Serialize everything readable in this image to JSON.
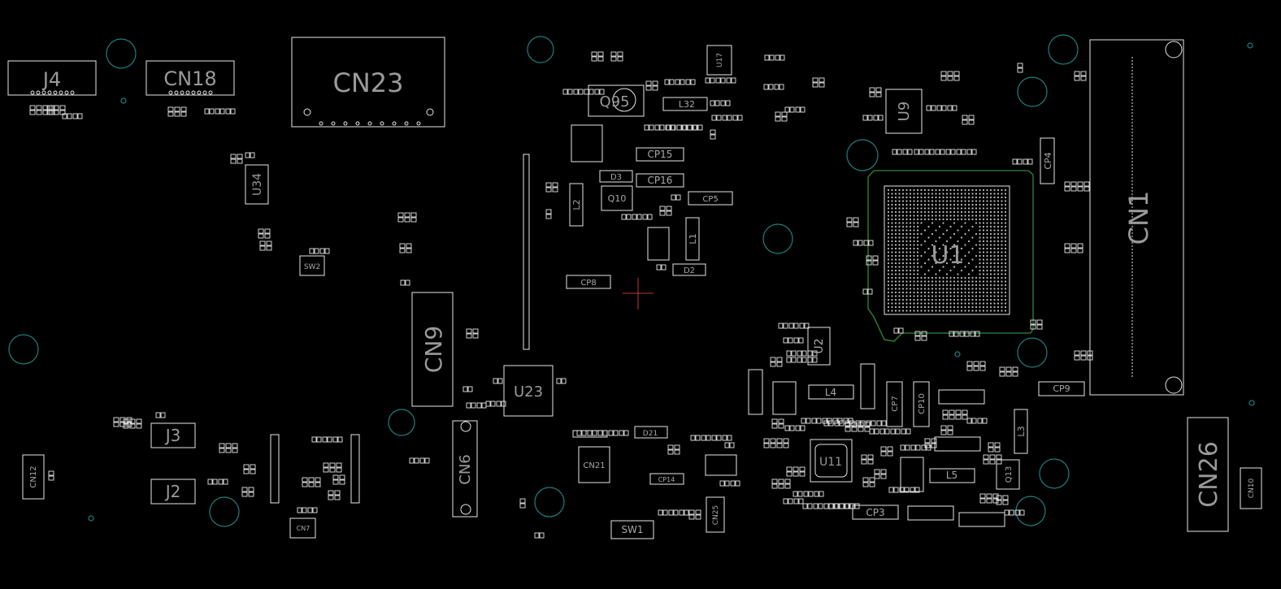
{
  "board": {
    "background": "#000000",
    "outline_color": "#e6e6e6",
    "label_color": "#9a9a9a",
    "hole_color": "#1e7f80",
    "zone_color": "#2f8a3a",
    "cursor_color": "#c0393b"
  },
  "components": {
    "J4": "J4",
    "CN18": "CN18",
    "CN23": "CN23",
    "U34": "U34",
    "SW2": "SW2",
    "CN9": "CN9",
    "U23": "U23",
    "CN6": "CN6",
    "Q95": "Q95",
    "L32": "L32",
    "U17": "U17",
    "CP15": "CP15",
    "CP16": "CP16",
    "D3": "D3",
    "Q10": "Q10",
    "L2": "L2",
    "L1": "L1",
    "CP5": "CP5",
    "CP8": "CP8",
    "D2": "D2",
    "U9": "U9",
    "CP4": "CP4",
    "U1": "U1",
    "CN1": "CN1",
    "U2": "U2",
    "L4": "L4",
    "CP7": "CP7",
    "CP10": "CP10",
    "CP9": "CP9",
    "L3": "L3",
    "U11": "U11",
    "L5": "L5",
    "Q13": "Q13",
    "CP3": "CP3",
    "CN26": "CN26",
    "CN10": "CN10",
    "J3": "J3",
    "J2": "J2",
    "CN12": "CN12",
    "CN7": "CN7",
    "CN21": "CN21",
    "CP14": "CP14",
    "SW1": "SW1",
    "CN25": "CN25",
    "D21": "D21"
  }
}
